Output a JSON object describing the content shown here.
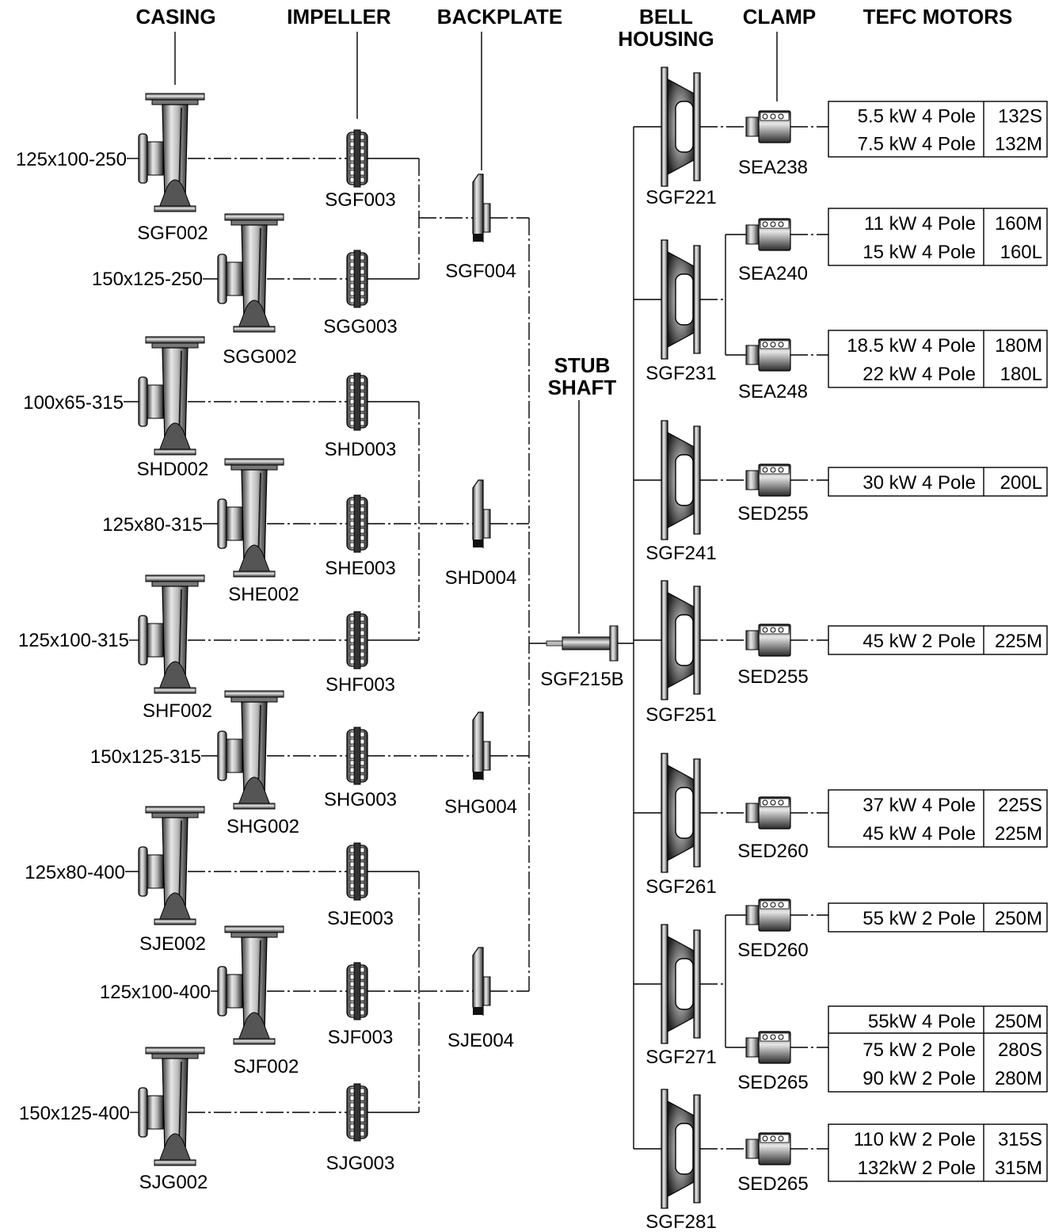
{
  "headers": {
    "casing": "CASING",
    "impeller": "IMPELLER",
    "backplate": "BACKPLATE",
    "bell_housing_1": "BELL",
    "bell_housing_2": "HOUSING",
    "clamp": "CLAMP",
    "motors": "TEFC MOTORS",
    "stub_shaft_1": "STUB",
    "stub_shaft_2": "SHAFT"
  },
  "casings": [
    {
      "size": "125x100-250",
      "code": "SGF002"
    },
    {
      "size": "150x125-250",
      "code": "SGG002"
    },
    {
      "size": "100x65-315",
      "code": "SHD002"
    },
    {
      "size": "125x80-315",
      "code": "SHE002"
    },
    {
      "size": "125x100-315",
      "code": "SHF002"
    },
    {
      "size": "150x125-315",
      "code": "SHG002"
    },
    {
      "size": "125x80-400",
      "code": "SJE002"
    },
    {
      "size": "125x100-400",
      "code": "SJF002"
    },
    {
      "size": "150x125-400",
      "code": "SJG002"
    }
  ],
  "impellers": [
    "SGF003",
    "SGG003",
    "SHD003",
    "SHE003",
    "SHF003",
    "SHG003",
    "SJE003",
    "SJF003",
    "SJG003"
  ],
  "backplates": [
    "SGF004",
    "SHD004",
    "SHG004",
    "SJE004"
  ],
  "stub_shaft": "SGF215B",
  "bell_housings": [
    "SGF221",
    "SGF231",
    "SGF241",
    "SGF251",
    "SGF261",
    "SGF271",
    "SGF281"
  ],
  "clamps": [
    "SEA238",
    "SEA240",
    "SEA248",
    "SED255",
    "SED255",
    "SED260",
    "SED260",
    "SED265",
    "SED265"
  ],
  "motor_boxes": [
    {
      "rows": [
        {
          "power": "5.5 kW 4 Pole",
          "frame": "132S"
        },
        {
          "power": "7.5 kW 4 Pole",
          "frame": "132M"
        }
      ]
    },
    {
      "rows": [
        {
          "power": "11 kW 4 Pole",
          "frame": "160M"
        },
        {
          "power": "15 kW 4 Pole",
          "frame": "160L"
        }
      ]
    },
    {
      "rows": [
        {
          "power": "18.5 kW 4 Pole",
          "frame": "180M"
        },
        {
          "power": "22 kW 4 Pole",
          "frame": "180L"
        }
      ]
    },
    {
      "rows": [
        {
          "power": "30 kW 4 Pole",
          "frame": "200L"
        }
      ]
    },
    {
      "rows": [
        {
          "power": "45 kW 2 Pole",
          "frame": "225M"
        }
      ]
    },
    {
      "rows": [
        {
          "power": "37 kW 4 Pole",
          "frame": "225S"
        },
        {
          "power": "45 kW 4 Pole",
          "frame": "225M"
        }
      ]
    },
    {
      "rows": [
        {
          "power": "55 kW 2 Pole",
          "frame": "250M"
        }
      ]
    },
    {
      "rows": [
        {
          "power": "55kW 4 Pole",
          "frame": "250M"
        },
        {
          "power": "75 kW 2 Pole",
          "frame": "280S"
        },
        {
          "power": "90 kW 2 Pole",
          "frame": "280M"
        }
      ]
    },
    {
      "rows": [
        {
          "power": "110 kW 2 Pole",
          "frame": "315S"
        },
        {
          "power": "132kW  2 Pole",
          "frame": "315M"
        }
      ]
    }
  ]
}
